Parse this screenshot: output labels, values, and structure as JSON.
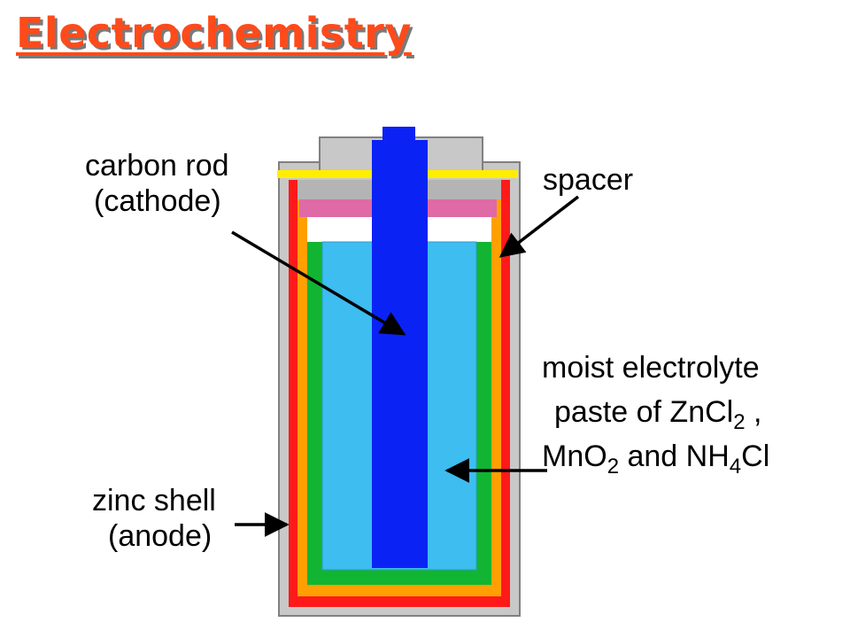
{
  "title": "Electrochemistry",
  "labels": {
    "carbon_rod": "carbon rod",
    "cathode": "(cathode)",
    "spacer": "spacer",
    "electrolyte_line1": "moist electrolyte",
    "electrolyte_line2_a": "paste of ZnCl",
    "electrolyte_line2_sub": "2",
    "electrolyte_line2_b": " ,",
    "electrolyte_line3_a": "MnO",
    "electrolyte_line3_sub1": "2",
    "electrolyte_line3_b": " and NH",
    "electrolyte_line3_sub2": "4",
    "electrolyte_line3_c": "Cl",
    "zinc_shell": "zinc shell",
    "anode": "(anode)"
  },
  "colors": {
    "title": "#ff4a1a",
    "outer_case": "#c8c8c8",
    "zinc": "#ff1a1a",
    "separator_orange": "#ffa000",
    "green_layer": "#11b531",
    "electrolyte": "#3dbdf0",
    "carbon_rod": "#0b22f5",
    "seal_pink": "#e06aa6",
    "cap_yellow": "#ffee00"
  }
}
